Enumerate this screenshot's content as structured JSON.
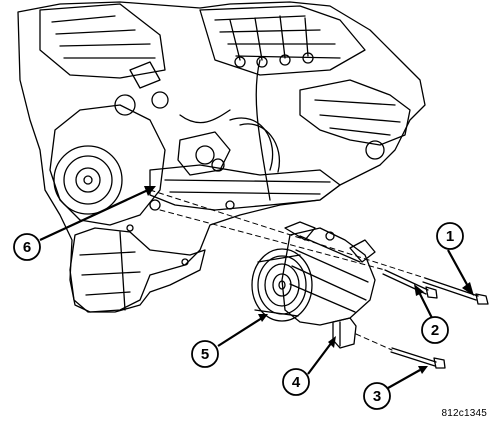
{
  "figure_id": "812c1345",
  "callouts": [
    {
      "number": "1"
    },
    {
      "number": "2"
    },
    {
      "number": "3"
    },
    {
      "number": "4"
    },
    {
      "number": "5"
    },
    {
      "number": "6"
    }
  ],
  "colors": {
    "line": "#000000",
    "background": "#ffffff"
  }
}
